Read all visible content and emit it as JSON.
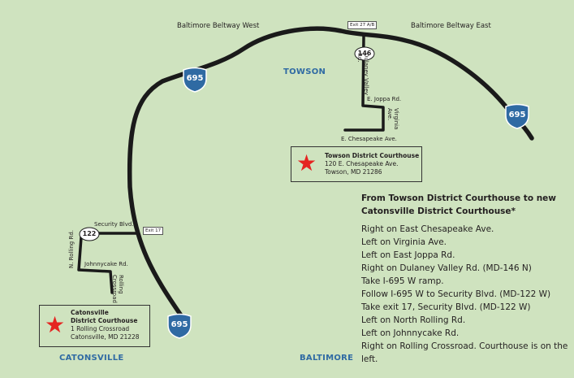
{
  "roads": {
    "beltway_west": "Baltimore Beltway West",
    "beltway_east": "Baltimore Beltway East",
    "exit_27": "Exit 27 A/B",
    "exit_17": "Exit 17",
    "security_blvd": "Security Blvd.",
    "n_rolling_rd": "N. Rolling Rd.",
    "johnnycake_rd": "Johnnycake Rd.",
    "rolling_crossroad": "Rolling Crossroad",
    "dulaney_valley_rd": "Dulaney Valley Rd.",
    "e_joppa_rd": "E. Joppa Rd.",
    "virginia_ave": "Virginia Ave.",
    "e_chesapeake_ave": "E. Chesapeake Ave."
  },
  "shields": {
    "i695_top": "695",
    "i695_east": "695",
    "i695_south": "695",
    "route_146": "146",
    "route_122": "122"
  },
  "cities": {
    "towson": "TOWSON",
    "catonsville": "CATONSVILLE",
    "baltimore": "BALTIMORE"
  },
  "towson_courthouse": {
    "name": "Towson District Courthouse",
    "address_line1": "120 E. Chesapeake Ave.",
    "address_line2": "Towson, MD 21286"
  },
  "catonsville_courthouse": {
    "name_line1": "Catonsville",
    "name_line2": "District Courthouse",
    "address_line1": "1 Rolling Crossroad",
    "address_line2": "Catonsville, MD 21228"
  },
  "directions": {
    "heading": "From Towson District Courthouse to new Catonsville District Courthouse*",
    "steps": [
      "Right on East Chesapeake Ave.",
      "Left on Virginia Ave.",
      "Left on East Joppa Rd.",
      "Right on Dulaney Valley Rd. (MD-146 N)",
      "Take I-695 W ramp.",
      "Follow I-695 W to Security Blvd. (MD-122 W)",
      "Take exit 17, Security Blvd. (MD-122 W)",
      "Left on North Rolling Rd.",
      "Left on Johnnycake Rd.",
      "Right on Rolling Crossroad. Courthouse is on the left."
    ]
  },
  "colors": {
    "background": "#cfe3bf",
    "road": "#1a1a1a",
    "interstate_shield": "#2f6aa3",
    "city_label": "#2f6aa3",
    "star": "#e52421"
  },
  "icons": {
    "marker": "red-star-icon"
  }
}
